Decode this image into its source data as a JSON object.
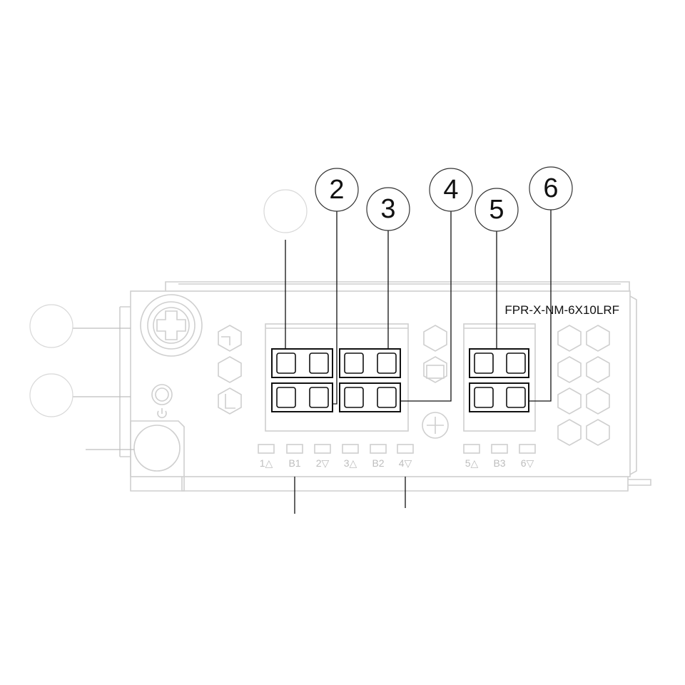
{
  "module": {
    "model": "FPR-X-NM-6X10LRF"
  },
  "callouts": [
    {
      "label": ""
    },
    {
      "label": "2"
    },
    {
      "label": "3"
    },
    {
      "label": "4"
    },
    {
      "label": "5"
    },
    {
      "label": "6"
    },
    {
      "label": ""
    },
    {
      "label": ""
    }
  ],
  "led_labels": [
    "1△",
    "B1",
    "2▽",
    "3△",
    "B2",
    "4▽",
    "5△",
    "B3",
    "6▽"
  ],
  "icons": {
    "power": "power-icon",
    "captive_screw": "captive-screw-icon",
    "mounting_screw": "mounting-screw-icon"
  },
  "colors": {
    "line_dark": "#111111",
    "line_faint": "#cfcfcf",
    "label_faint": "#bdbdbd"
  }
}
